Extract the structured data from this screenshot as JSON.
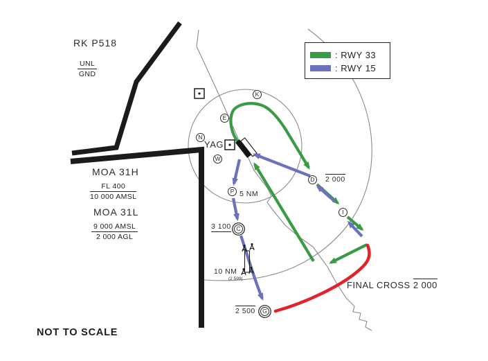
{
  "colors": {
    "rwy33": "#3A9B46",
    "rwy15": "#6A72BE",
    "final_turn": "#E2232B"
  },
  "legend": {
    "items": [
      {
        "label": ": RWY 33"
      },
      {
        "label": ": RWY 15"
      }
    ]
  },
  "airspace": {
    "prohibited": {
      "name": "RK P518",
      "upper": "UNL",
      "lower": "GND"
    },
    "moa_high": {
      "name": "MOA 31H",
      "upper": "FL 400",
      "lower": "10 000 AMSL"
    },
    "moa_low": {
      "name": "MOA 31L",
      "upper": "9 000 AMSL",
      "lower": "2 000 AGL"
    }
  },
  "airport": {
    "code": "YAG"
  },
  "fixes": {
    "K": "K",
    "E": "E",
    "N": "N",
    "W": "W",
    "P": "P",
    "C": "C",
    "D": "D",
    "I": "I",
    "G": "G"
  },
  "labels": {
    "p_distance": "5 NM",
    "ring_distance": "10 NM",
    "c_altitude": "3 100",
    "d_altitude": "2 000",
    "g_altitude": "2 500",
    "obstacle_elevation": "(2 599)",
    "final_cross": "FINAL CROSS",
    "final_cross_altitude": "2 000",
    "note": "NOT TO SCALE"
  }
}
